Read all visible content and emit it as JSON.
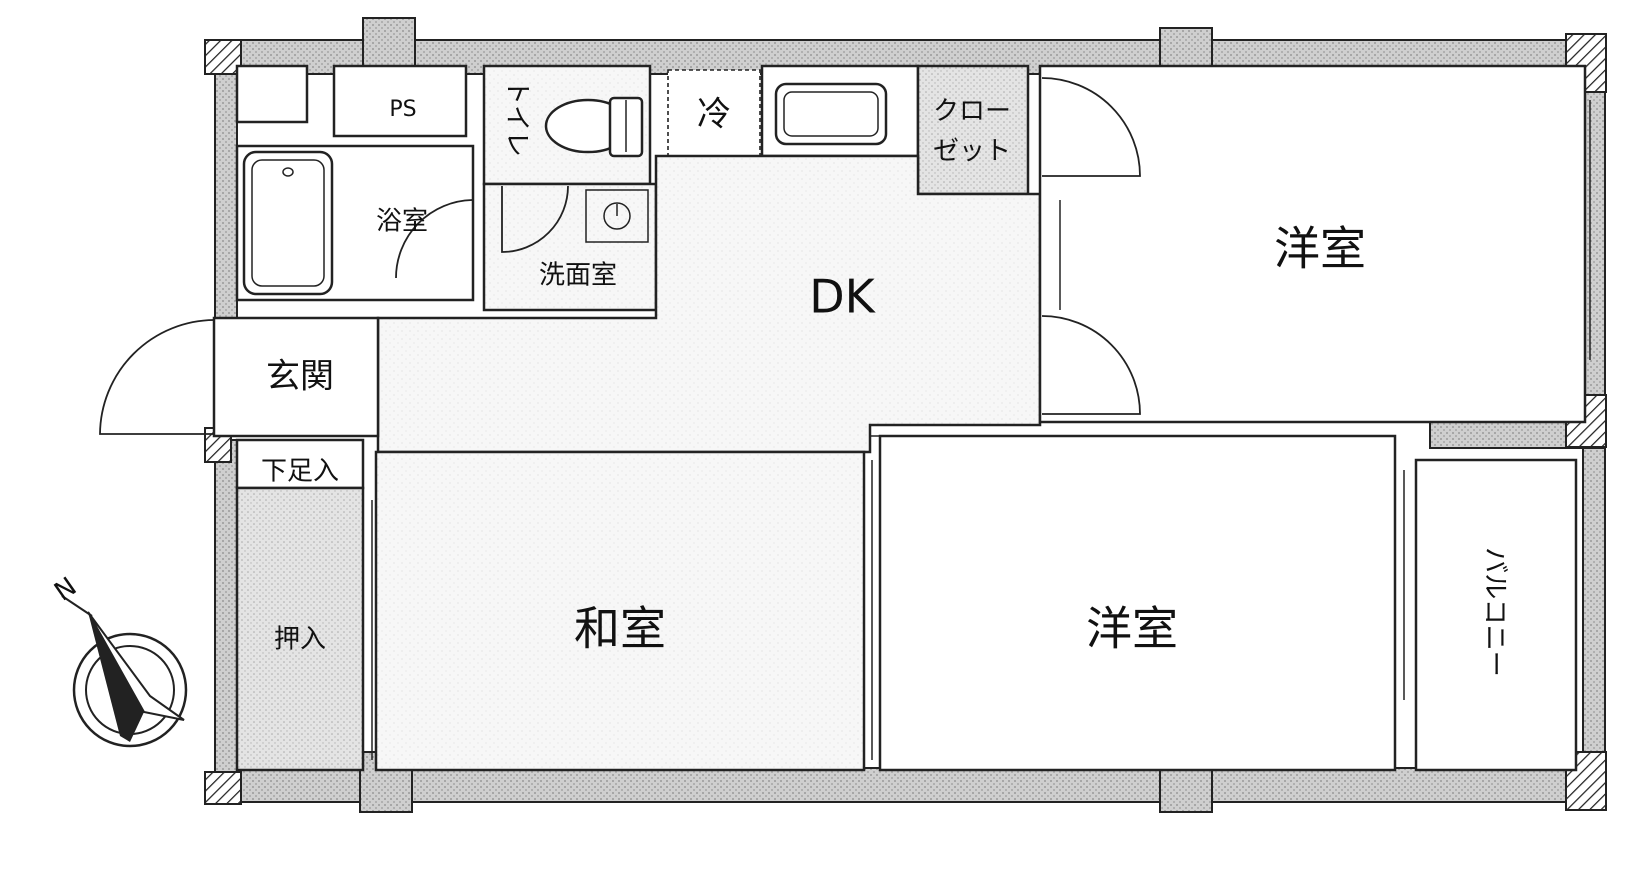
{
  "rooms": {
    "ps": "PS",
    "toilet": "トイレ",
    "fridge": "冷",
    "closet_line1": "クロー",
    "closet_line2": "ゼット",
    "bath": "浴室",
    "washroom": "洗面室",
    "dk": "DK",
    "entrance": "玄関",
    "shoe_storage": "下足入",
    "western_room_upper": "洋室",
    "japanese_room": "和室",
    "western_room_lower": "洋室",
    "oshiire": "押入",
    "balcony": "バルコニー"
  },
  "compass": {
    "north_label": "N",
    "icon": "compass-north-arrow-icon"
  }
}
